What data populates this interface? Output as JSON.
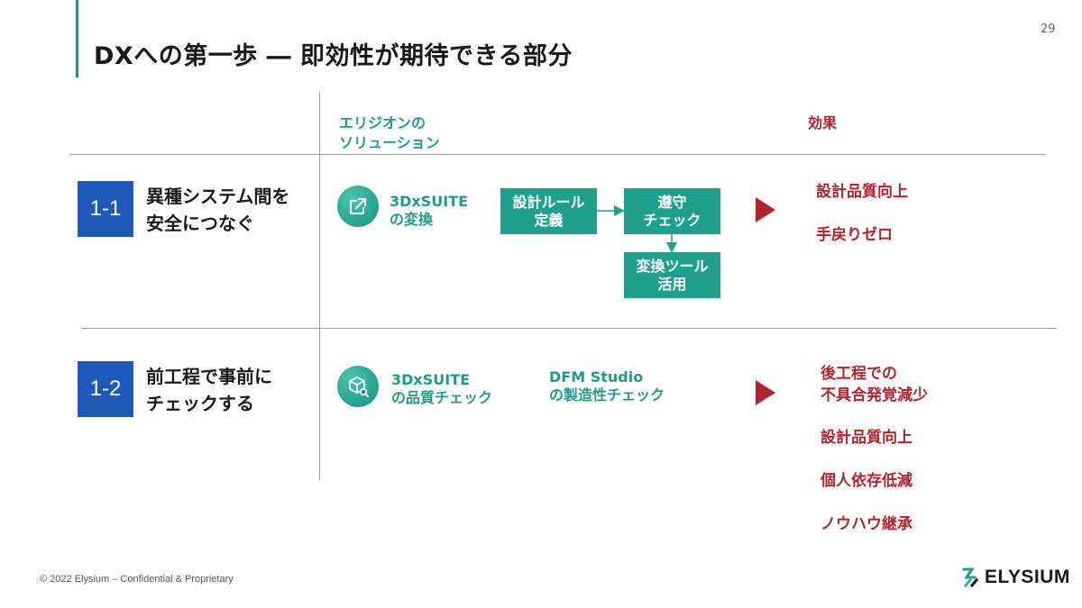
{
  "header": {
    "title": "DXへの第一歩 ― 即効性が期待できる部分",
    "page_number": "29"
  },
  "columns": {
    "solution": "エリジオンの\nソリューション",
    "effect": "効果"
  },
  "rows": [
    {
      "badge": "1-1",
      "label": "異種システム間を\n安全につなぐ",
      "icon": "external-link-icon",
      "solution": "3DxSUITE\nの変換",
      "flow": [
        {
          "label": "設計ルール\n定義"
        },
        {
          "label": "遵守\nチェック"
        },
        {
          "label": "変換ツール\n活用"
        }
      ],
      "effects": [
        "設計品質向上",
        "手戻りゼロ"
      ]
    },
    {
      "badge": "1-2",
      "label": "前工程で事前に\nチェックする",
      "icon": "cube-search-icon",
      "solution": "3DxSUITE\nの品質チェック",
      "solution2": "DFM Studio\nの製造性チェック",
      "effects": [
        "後工程での\n不具合発覚減少",
        "設計品質向上",
        "個人依存低減",
        "ノウハウ継承"
      ]
    }
  ],
  "footer": {
    "copyright": "© 2022 Elysium – Confidential & Proprietary",
    "logo": "ELYSIUM"
  },
  "colors": {
    "accent_teal": "#1fa08d",
    "effect_red": "#b02430",
    "badge_blue": "#1e58b8"
  }
}
